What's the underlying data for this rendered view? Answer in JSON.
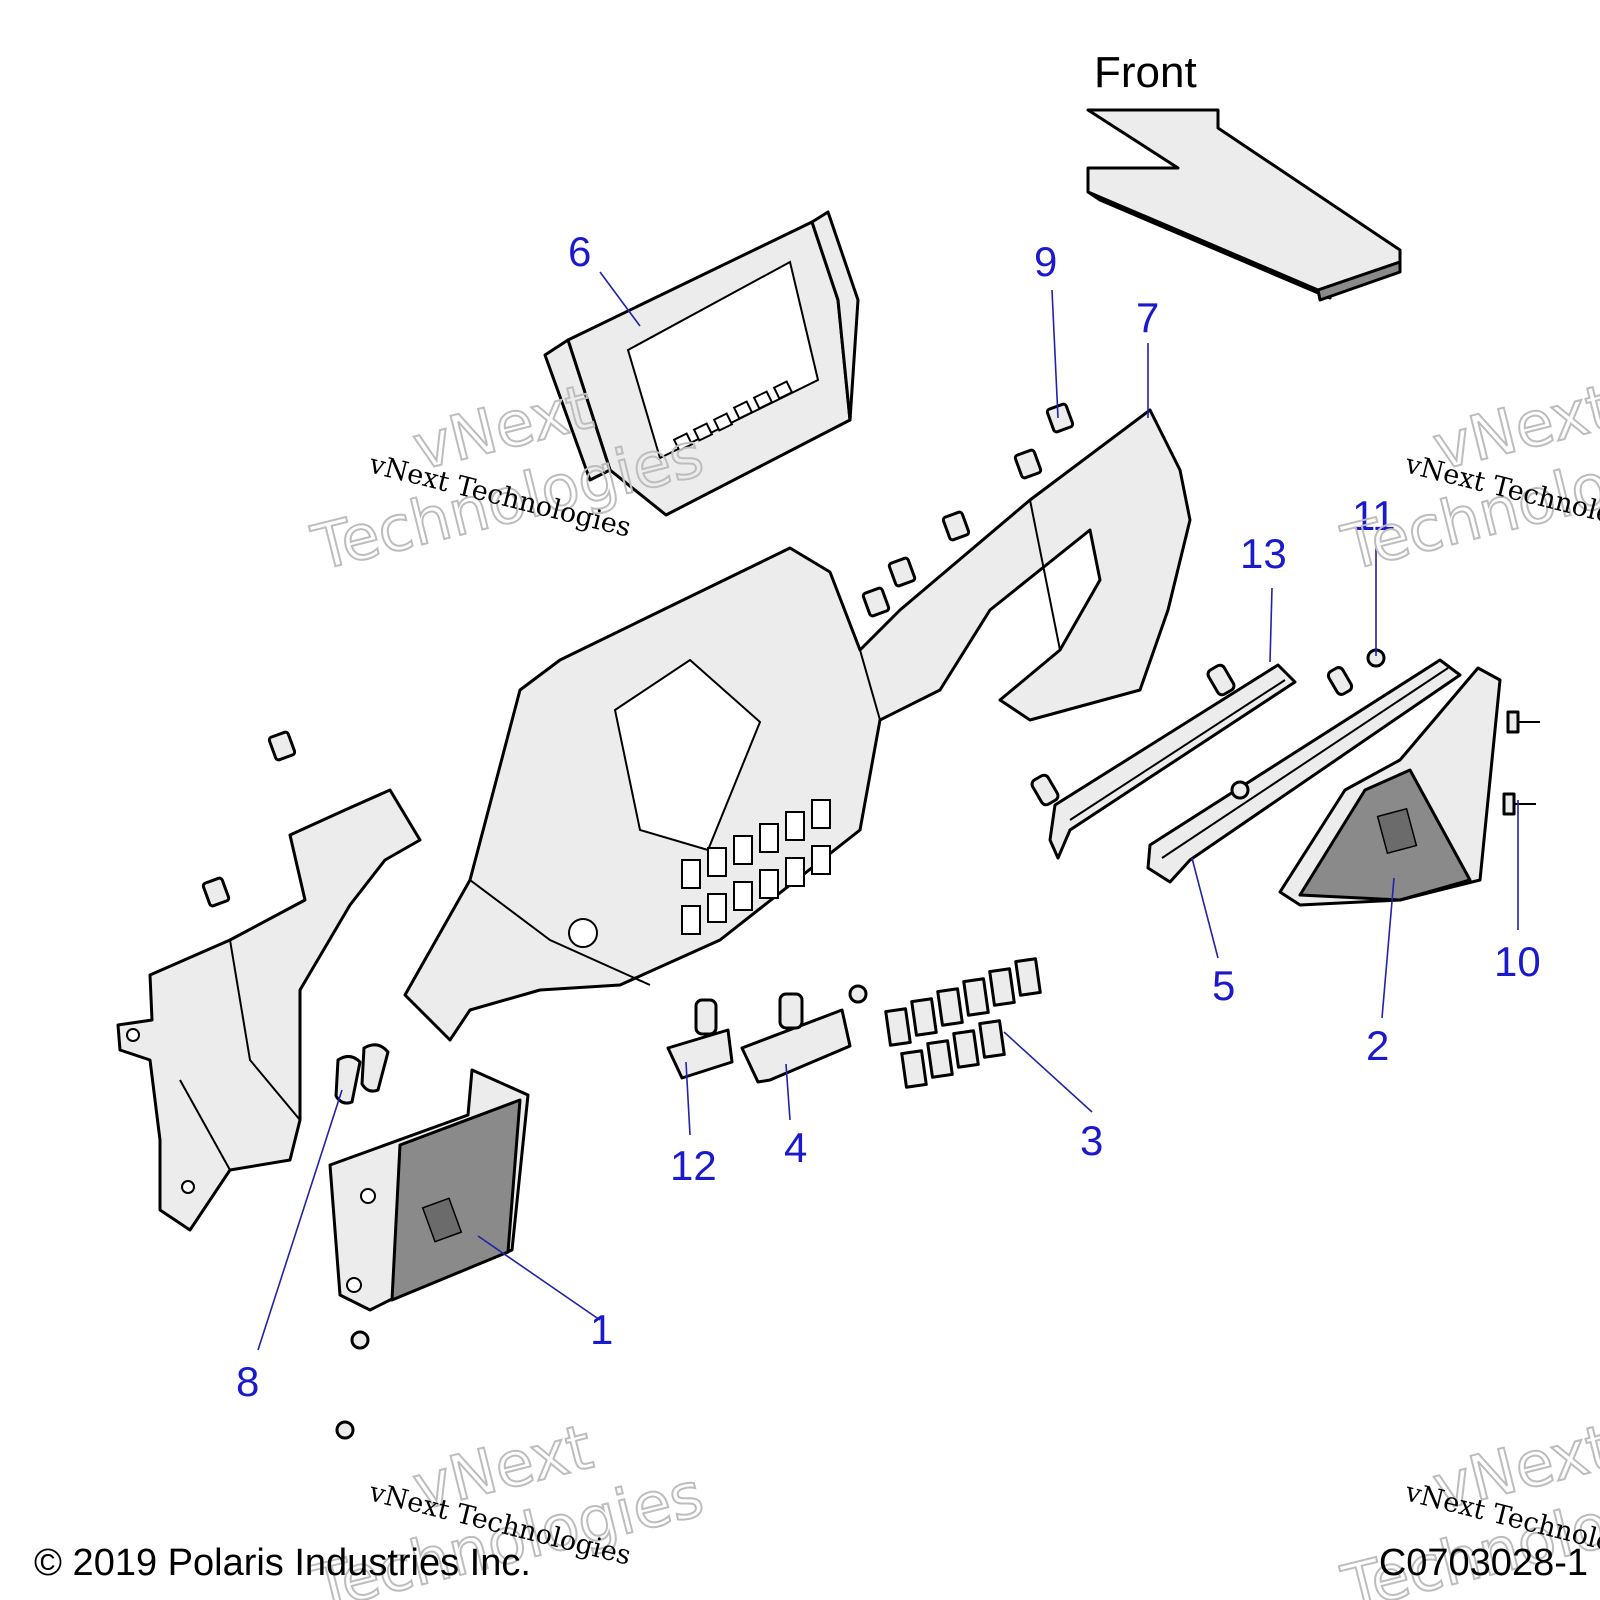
{
  "diagram": {
    "direction_label": "Front",
    "callouts": [
      {
        "id": "1",
        "label": "1"
      },
      {
        "id": "2",
        "label": "2"
      },
      {
        "id": "3",
        "label": "3"
      },
      {
        "id": "4",
        "label": "4"
      },
      {
        "id": "5",
        "label": "5"
      },
      {
        "id": "6",
        "label": "6"
      },
      {
        "id": "7",
        "label": "7"
      },
      {
        "id": "8",
        "label": "8"
      },
      {
        "id": "9",
        "label": "9"
      },
      {
        "id": "10",
        "label": "10"
      },
      {
        "id": "11",
        "label": "11"
      },
      {
        "id": "12",
        "label": "12"
      },
      {
        "id": "13",
        "label": "13"
      }
    ],
    "callout_color": "#1a1acc"
  },
  "watermark": {
    "line": "vNext Technologies",
    "big_top": "vNext",
    "big_bottom": "Technologies"
  },
  "footer": {
    "copyright": "© 2019 Polaris Industries Inc.",
    "figure_id": "C0703028-1"
  }
}
